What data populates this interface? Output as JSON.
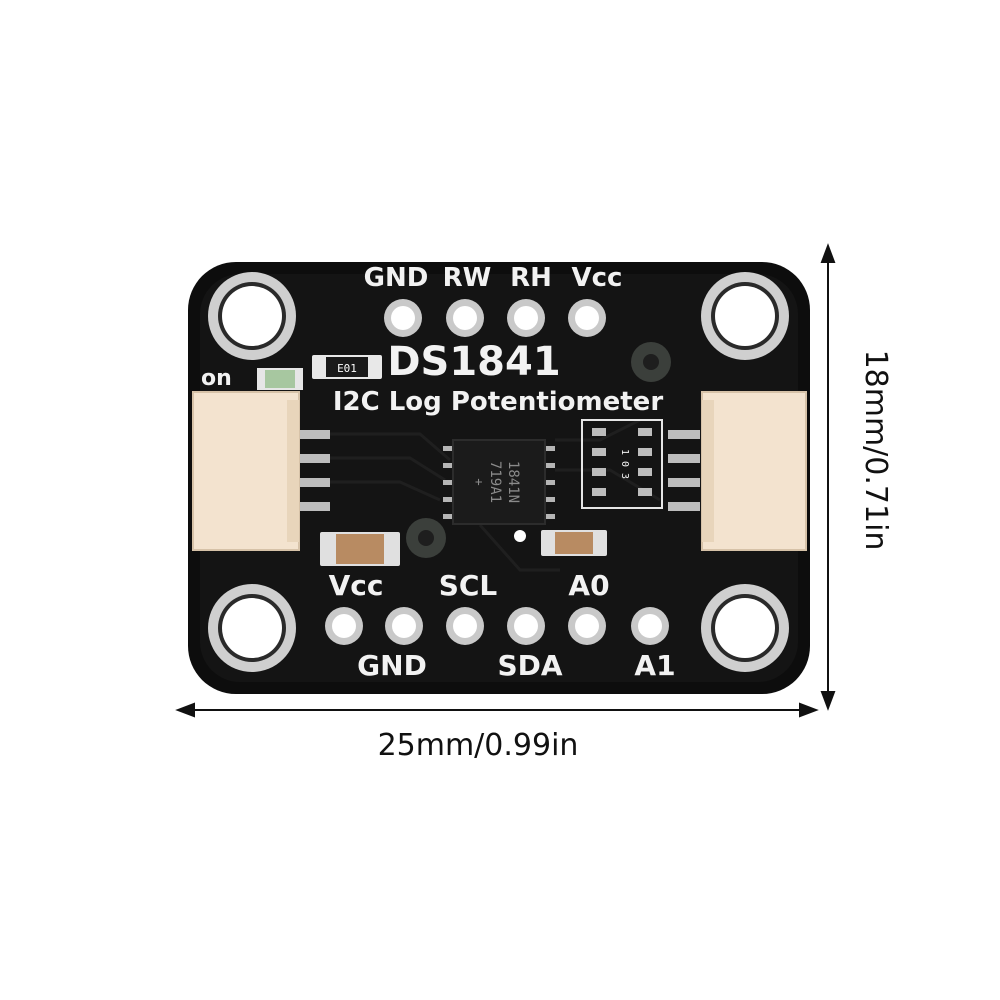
{
  "board": {
    "title": "DS1841",
    "subtitle": "I2C Log Potentiometer",
    "power_led_label": "on",
    "resistor_code": "E01",
    "jumper_label": "1 0 3",
    "chip_marking_line1": "1841N",
    "chip_marking_line2": "719A1",
    "chip_marking_line3": "+",
    "top_pins": [
      "GND",
      "RW",
      "RH",
      "Vcc"
    ],
    "bottom_labels_upper": [
      "Vcc",
      "SCL",
      "A0"
    ],
    "bottom_labels_lower": [
      "GND",
      "SDA",
      "A1"
    ]
  },
  "dimensions": {
    "width_label": "25mm/0.99in",
    "height_label": "18mm/0.71in"
  },
  "colors": {
    "pcb": "#0d0d0d",
    "silkscreen": "#f2f2f2",
    "connector": "#f3e3cf",
    "pad": "#c9c9c9"
  }
}
